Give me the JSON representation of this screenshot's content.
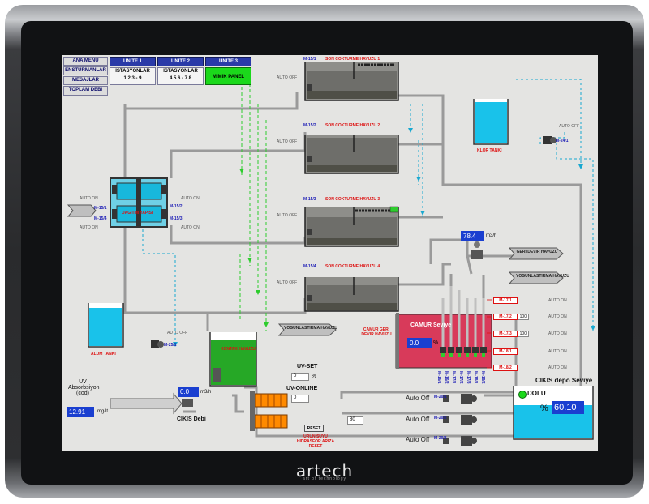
{
  "brand": {
    "name": "artech",
    "tagline": "art of technology"
  },
  "nav": {
    "menu": [
      "ANA MENU",
      "ENSTURMANLAR",
      "MESAJLAR",
      "TOPLAM DEBI"
    ],
    "units": [
      "UNITE 1",
      "UNITE 2",
      "UNITE 3"
    ],
    "stations_label": "ISTASYONLAR",
    "stations": [
      "1 2 3 - 9",
      "4 5 6 - 7 8"
    ],
    "mimic": "MIMIK PANEL"
  },
  "colors": {
    "screen_bg": "#e4e4e2",
    "water": "#19c2ea",
    "accent_blue": "#1a3fd0",
    "green": "#1bd81b",
    "sludge_tank": "#d83a5a",
    "label_red": "#d11111"
  },
  "tanks": {
    "t1": {
      "id": "M-15/1",
      "name": "SON COKTURME HAVUZU 1",
      "mode": "AUTO OFF"
    },
    "t2": {
      "id": "M-15/2",
      "name": "SON COKTURME HAVUZU 2",
      "mode": "AUTO OFF"
    },
    "t3": {
      "id": "M-15/3",
      "name": "SON COKTURME HAVUZU 3",
      "mode": "AUTO OFF"
    },
    "t4": {
      "id": "M-15/4",
      "name": "SON COKTURME HAVUZU 4",
      "mode": "AUTO OFF"
    }
  },
  "distribution": {
    "name": "DAGITIM YAPISI",
    "left": [
      {
        "id": "M-15/1",
        "mode": "AUTO ON"
      },
      {
        "id": "M-15/4",
        "mode": "AUTO ON"
      }
    ],
    "right": [
      {
        "id": "M-15/2",
        "mode": "AUTO ON"
      },
      {
        "id": "M-15/3",
        "mode": "AUTO ON"
      }
    ]
  },
  "chlor": {
    "name": "KLOR TANKI",
    "pump": "M-24/1",
    "mode": "AUTO OFF"
  },
  "alum": {
    "name": "ALUM TANKI",
    "pump": "M-25/1",
    "mode": "AUTO OFF"
  },
  "flow": {
    "value": "78.4",
    "unit": "m3/h"
  },
  "outlets": {
    "geri_devir": "GERI DEVIR HAVUZU",
    "yogunlastirma": "YOGUNLASTIRMA HAVUZU",
    "yogunlastirma2": "YOGUNLASTIRMA HAVUZU"
  },
  "sludge": {
    "title": "CAMUR Seviye",
    "value": "0.0",
    "unit": "%",
    "name": "CAMUR GERI DEVIR HAVUZU",
    "pumps": [
      {
        "id": "M-17/1",
        "value": "",
        "mode": "AUTO ON"
      },
      {
        "id": "M-17/2",
        "value": "100",
        "mode": "AUTO ON"
      },
      {
        "id": "M-17/3",
        "value": "100",
        "mode": "AUTO ON"
      },
      {
        "id": "M-18/1",
        "value": "",
        "mode": "AUTO ON"
      },
      {
        "id": "M-18/2",
        "value": "",
        "mode": "AUTO ON"
      }
    ],
    "vertical_ids": [
      "M-16/1",
      "M-16/2",
      "M-17/1",
      "M-17/2",
      "M-17/3",
      "M-18/1",
      "M-18/2"
    ]
  },
  "contact": {
    "name": "KONTAK HAVUZU"
  },
  "uv": {
    "set_label": "UV-SET",
    "set_value": "0",
    "set_unit": "%",
    "online_label": "UV-ONLINE",
    "online_value": "0",
    "absorb_label": "UV Absorbsiyon (cod)",
    "absorb_value": "12.91",
    "absorb_unit": "mg/lt"
  },
  "outflow": {
    "label": "CIKIS Debi",
    "value": "0.0",
    "unit": "m3/h"
  },
  "hydrofor": {
    "reset": "RESET",
    "label": "URUN SUYU HIDRASFOR ARIZA RESET",
    "value": "80"
  },
  "hydro_pumps": [
    {
      "id": "M-20/1",
      "mode": "Auto Off"
    },
    {
      "id": "M-20/2",
      "mode": "Auto Off"
    },
    {
      "id": "M-20/3",
      "mode": "Auto Off"
    }
  ],
  "depot": {
    "title": "CIKIS depo Seviye",
    "status": "DOLU",
    "unit": "%",
    "value": "60.10"
  }
}
